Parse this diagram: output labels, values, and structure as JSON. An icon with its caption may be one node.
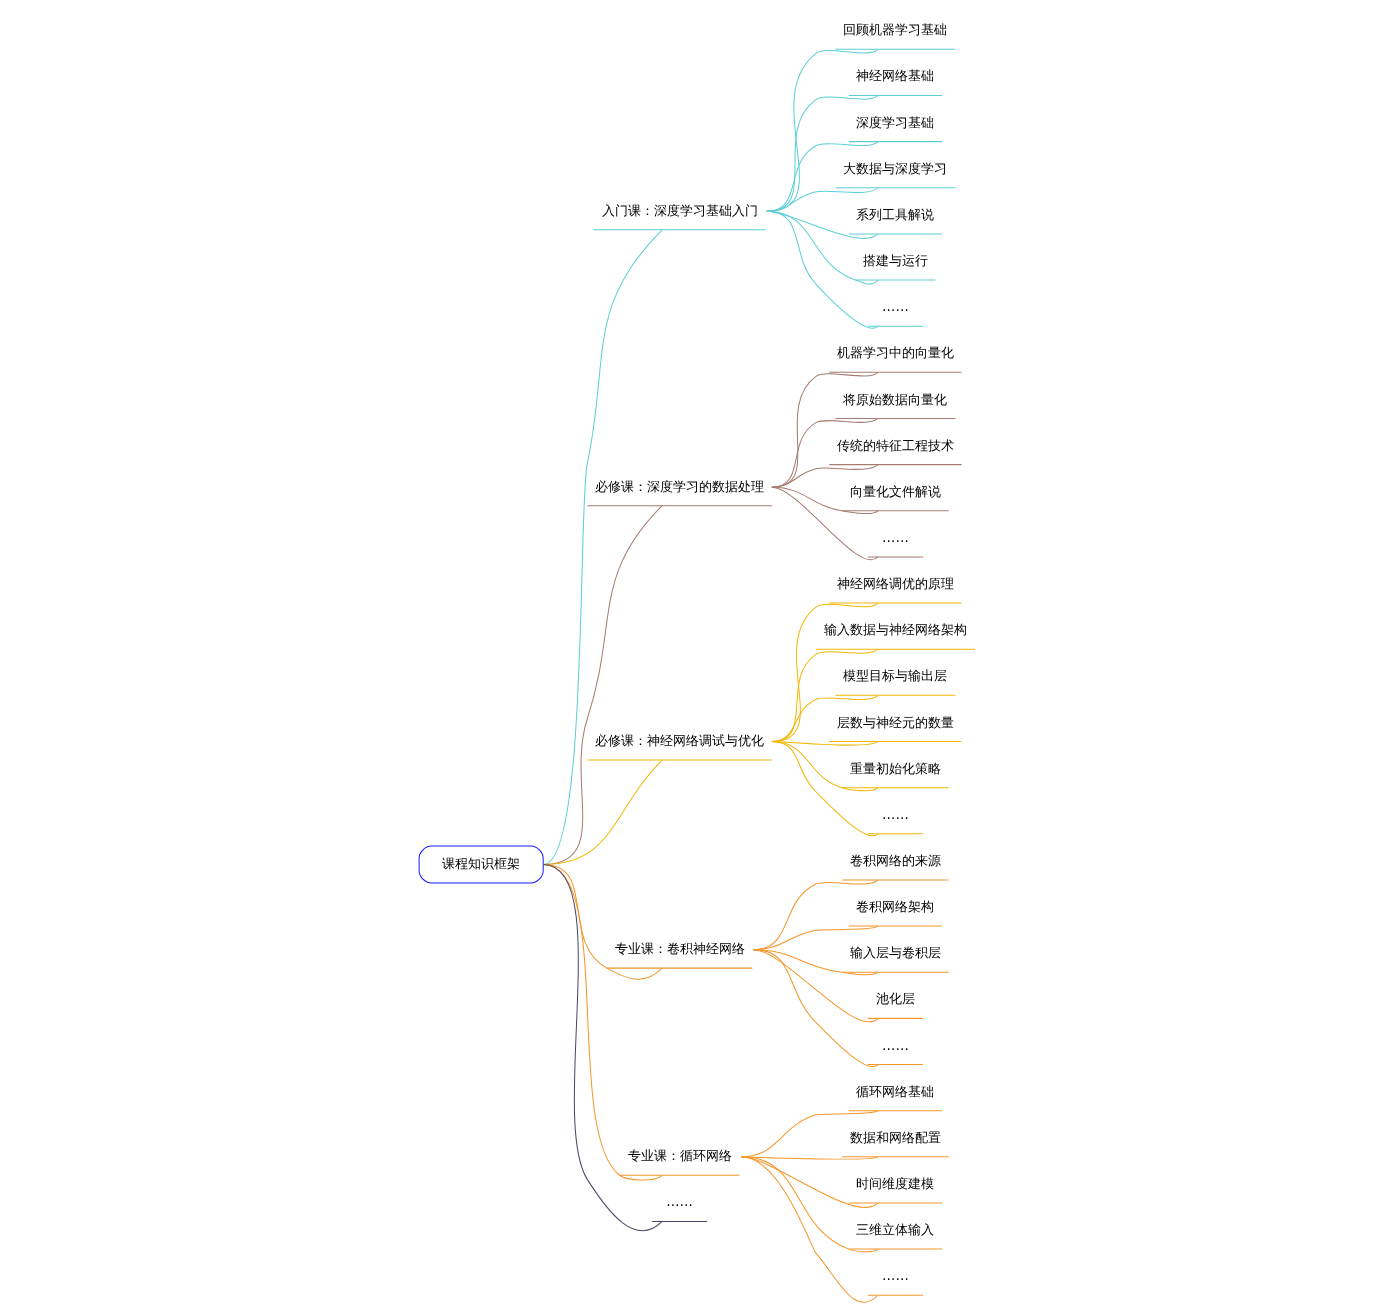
{
  "diagram": {
    "nodes": [
      {
        "text": [
          "课程知识框架"
        ]
      },
      {
        "text": [
          "入门课：深度学习基础入门"
        ]
      },
      {
        "text": [
          "回顾机器学习基础"
        ]
      },
      {
        "text": [
          "神经网络基础"
        ]
      },
      {
        "text": [
          "深度学习基础"
        ]
      },
      {
        "text": [
          "大数据与深度学习"
        ]
      },
      {
        "text": [
          "系列工具解说"
        ]
      },
      {
        "text": [
          "搭建与运行"
        ]
      },
      {
        "text": [
          "……"
        ]
      },
      {
        "text": [
          "必修课：深度学习的数据处理"
        ]
      },
      {
        "text": [
          "机器学习中的向量化"
        ]
      },
      {
        "text": [
          "将原始数据向量化"
        ]
      },
      {
        "text": [
          "传统的特征工程技术"
        ]
      },
      {
        "text": [
          "向量化文件解说"
        ]
      },
      {
        "text": [
          "……"
        ]
      },
      {
        "text": [
          "必修课：神经网络调试与优化"
        ]
      },
      {
        "text": [
          "神经网络调优的原理"
        ]
      },
      {
        "text": [
          "输入数据与神经网络架构"
        ]
      },
      {
        "text": [
          "模型目标与输出层"
        ]
      },
      {
        "text": [
          "层数与神经元的数量"
        ]
      },
      {
        "text": [
          "重量初始化策略"
        ]
      },
      {
        "text": [
          "……"
        ]
      },
      {
        "text": [
          "专业课：卷积神经网络"
        ]
      },
      {
        "text": [
          "卷积网络的来源"
        ]
      },
      {
        "text": [
          "卷积网络架构"
        ]
      },
      {
        "text": [
          "输入层与卷积层"
        ]
      },
      {
        "text": [
          "池化层"
        ]
      },
      {
        "text": [
          "……"
        ]
      },
      {
        "text": [
          "专业课：循环网络"
        ]
      },
      {
        "text": [
          "循环网络基础"
        ]
      },
      {
        "text": [
          "数据和网络配置"
        ]
      },
      {
        "text": [
          "时间维度建模"
        ]
      },
      {
        "text": [
          "三维立体输入"
        ]
      },
      {
        "text": [
          "……"
        ]
      },
      {
        "text": [
          "……"
        ]
      }
    ],
    "edges": [
      {
        "from": 0,
        "to": 1,
        "arrow": "none",
        "color": "#5ccfd4"
      },
      {
        "from": 1,
        "to": 2,
        "arrow": "none",
        "color": "#5ccfd4"
      },
      {
        "from": 1,
        "to": 3,
        "arrow": "none",
        "color": "#5ccfd4"
      },
      {
        "from": 1,
        "to": 4,
        "arrow": "none",
        "color": "#5ccfd4"
      },
      {
        "from": 1,
        "to": 5,
        "arrow": "none",
        "color": "#5ccfd4"
      },
      {
        "from": 1,
        "to": 6,
        "arrow": "none",
        "color": "#5ccfd4"
      },
      {
        "from": 1,
        "to": 7,
        "arrow": "none",
        "color": "#5ccfd4"
      },
      {
        "from": 1,
        "to": 8,
        "arrow": "none",
        "color": "#5ccfd4"
      },
      {
        "from": 0,
        "to": 9,
        "arrow": "none",
        "color": "#a67b70"
      },
      {
        "from": 9,
        "to": 10,
        "arrow": "none",
        "color": "#a67b70"
      },
      {
        "from": 9,
        "to": 11,
        "arrow": "none",
        "color": "#a67b70"
      },
      {
        "from": 9,
        "to": 12,
        "arrow": "none",
        "color": "#a67b70"
      },
      {
        "from": 9,
        "to": 13,
        "arrow": "none",
        "color": "#a67b70"
      },
      {
        "from": 9,
        "to": 14,
        "arrow": "none",
        "color": "#a67b70"
      },
      {
        "from": 0,
        "to": 15,
        "arrow": "none",
        "color": "#f2b705"
      },
      {
        "from": 15,
        "to": 16,
        "arrow": "none",
        "color": "#f2b705"
      },
      {
        "from": 15,
        "to": 17,
        "arrow": "none",
        "color": "#f2b705"
      },
      {
        "from": 15,
        "to": 18,
        "arrow": "none",
        "color": "#f2b705"
      },
      {
        "from": 15,
        "to": 19,
        "arrow": "none",
        "color": "#f2b705"
      },
      {
        "from": 15,
        "to": 20,
        "arrow": "none",
        "color": "#f2b705"
      },
      {
        "from": 15,
        "to": 21,
        "arrow": "none",
        "color": "#f2b705"
      },
      {
        "from": 0,
        "to": 22,
        "arrow": "none",
        "color": "#f5962a"
      },
      {
        "from": 22,
        "to": 23,
        "arrow": "none",
        "color": "#f5962a"
      },
      {
        "from": 22,
        "to": 24,
        "arrow": "none",
        "color": "#f5962a"
      },
      {
        "from": 22,
        "to": 25,
        "arrow": "none",
        "color": "#f5962a"
      },
      {
        "from": 22,
        "to": 26,
        "arrow": "none",
        "color": "#f5962a"
      },
      {
        "from": 22,
        "to": 27,
        "arrow": "none",
        "color": "#f5962a"
      },
      {
        "from": 0,
        "to": 28,
        "arrow": "none",
        "color": "#f5962a"
      },
      {
        "from": 28,
        "to": 29,
        "arrow": "none",
        "color": "#f5962a"
      },
      {
        "from": 28,
        "to": 30,
        "arrow": "none",
        "color": "#f5962a"
      },
      {
        "from": 28,
        "to": 31,
        "arrow": "none",
        "color": "#f5962a"
      },
      {
        "from": 28,
        "to": 32,
        "arrow": "none",
        "color": "#f5962a"
      },
      {
        "from": 28,
        "to": 33,
        "arrow": "none",
        "color": "#f5962a"
      },
      {
        "from": 0,
        "to": 34,
        "arrow": "none",
        "color": "#4b4a66"
      }
    ]
  }
}
